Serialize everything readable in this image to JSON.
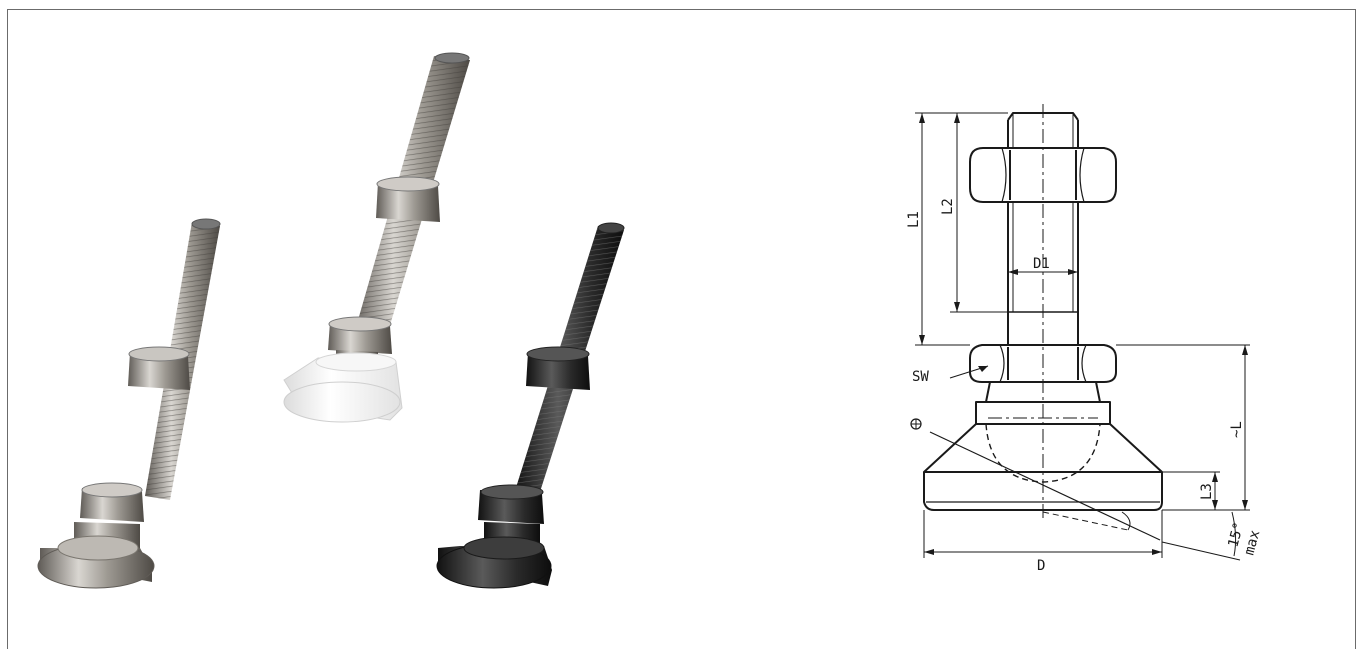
{
  "products": [
    {
      "variant": "stainless steel"
    },
    {
      "variant": "white plastic base"
    },
    {
      "variant": "black"
    }
  ],
  "drawing": {
    "labels": {
      "L1": "L1",
      "L2": "L2",
      "D1": "D1",
      "SW": "SW",
      "L": "~L",
      "L3": "L3",
      "D": "D",
      "angle": "15°",
      "max": "max"
    }
  },
  "colors": {
    "steel": "#a9a59f",
    "steel_dark": "#6f6b66",
    "white_plastic": "#f4f4f4",
    "black_steel": "#2a2a2a",
    "line": "#1a1a1a"
  }
}
